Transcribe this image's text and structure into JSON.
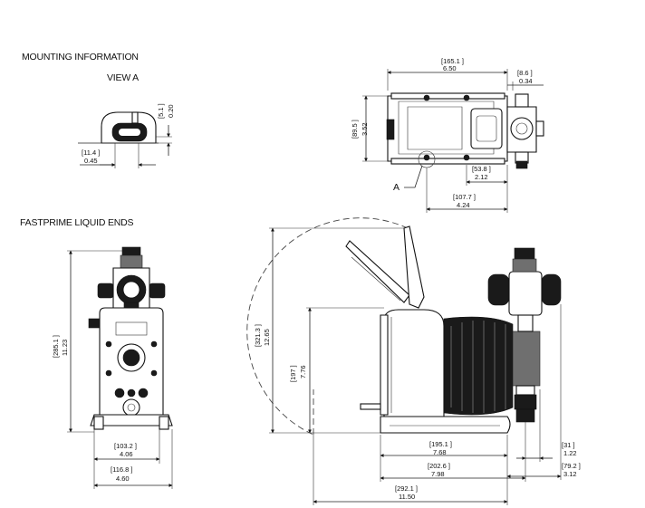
{
  "headings": {
    "mounting": "MOUNTING INFORMATION",
    "view_a": "VIEW A",
    "fastprime": "FASTPRIME LIQUID ENDS"
  },
  "callout": {
    "a": "A"
  },
  "dims": {
    "d165_mm": "[165.1  ]",
    "d165_in": "6.50",
    "d8_6_mm": "[8.6  ]",
    "d8_6_in": "0.34",
    "d89_5_mm": "[89.5  ]",
    "d89_5_in": "3.52",
    "d53_8_mm": "[53.8  ]",
    "d53_8_in": "2.12",
    "d107_7_mm": "[107.7  ]",
    "d107_7_in": "4.24",
    "d5_1_mm": "[5.1  ]",
    "d5_1_in": "0.20",
    "d11_4_mm": "[11.4  ]",
    "d11_4_in": "0.45",
    "d285_1_mm": "[285.1  ]",
    "d285_1_in": "11.23",
    "d103_2_mm": "[103.2  ]",
    "d103_2_in": "4.06",
    "d116_8_mm": "[116.8  ]",
    "d116_8_in": "4.60",
    "d321_3_mm": "[321.3  ]",
    "d321_3_in": "12.65",
    "d197_mm": "[197  ]",
    "d197_in": "7.76",
    "d195_1_mm": "[195.1  ]",
    "d195_1_in": "7.68",
    "d202_6_mm": "[202.6  ]",
    "d202_6_in": "7.98",
    "d292_1_mm": "[292.1  ]",
    "d292_1_in": "11.50",
    "d31_mm": "[31  ]",
    "d31_in": "1.22",
    "d79_2_mm": "[79.2  ]",
    "d79_2_in": "3.12"
  }
}
